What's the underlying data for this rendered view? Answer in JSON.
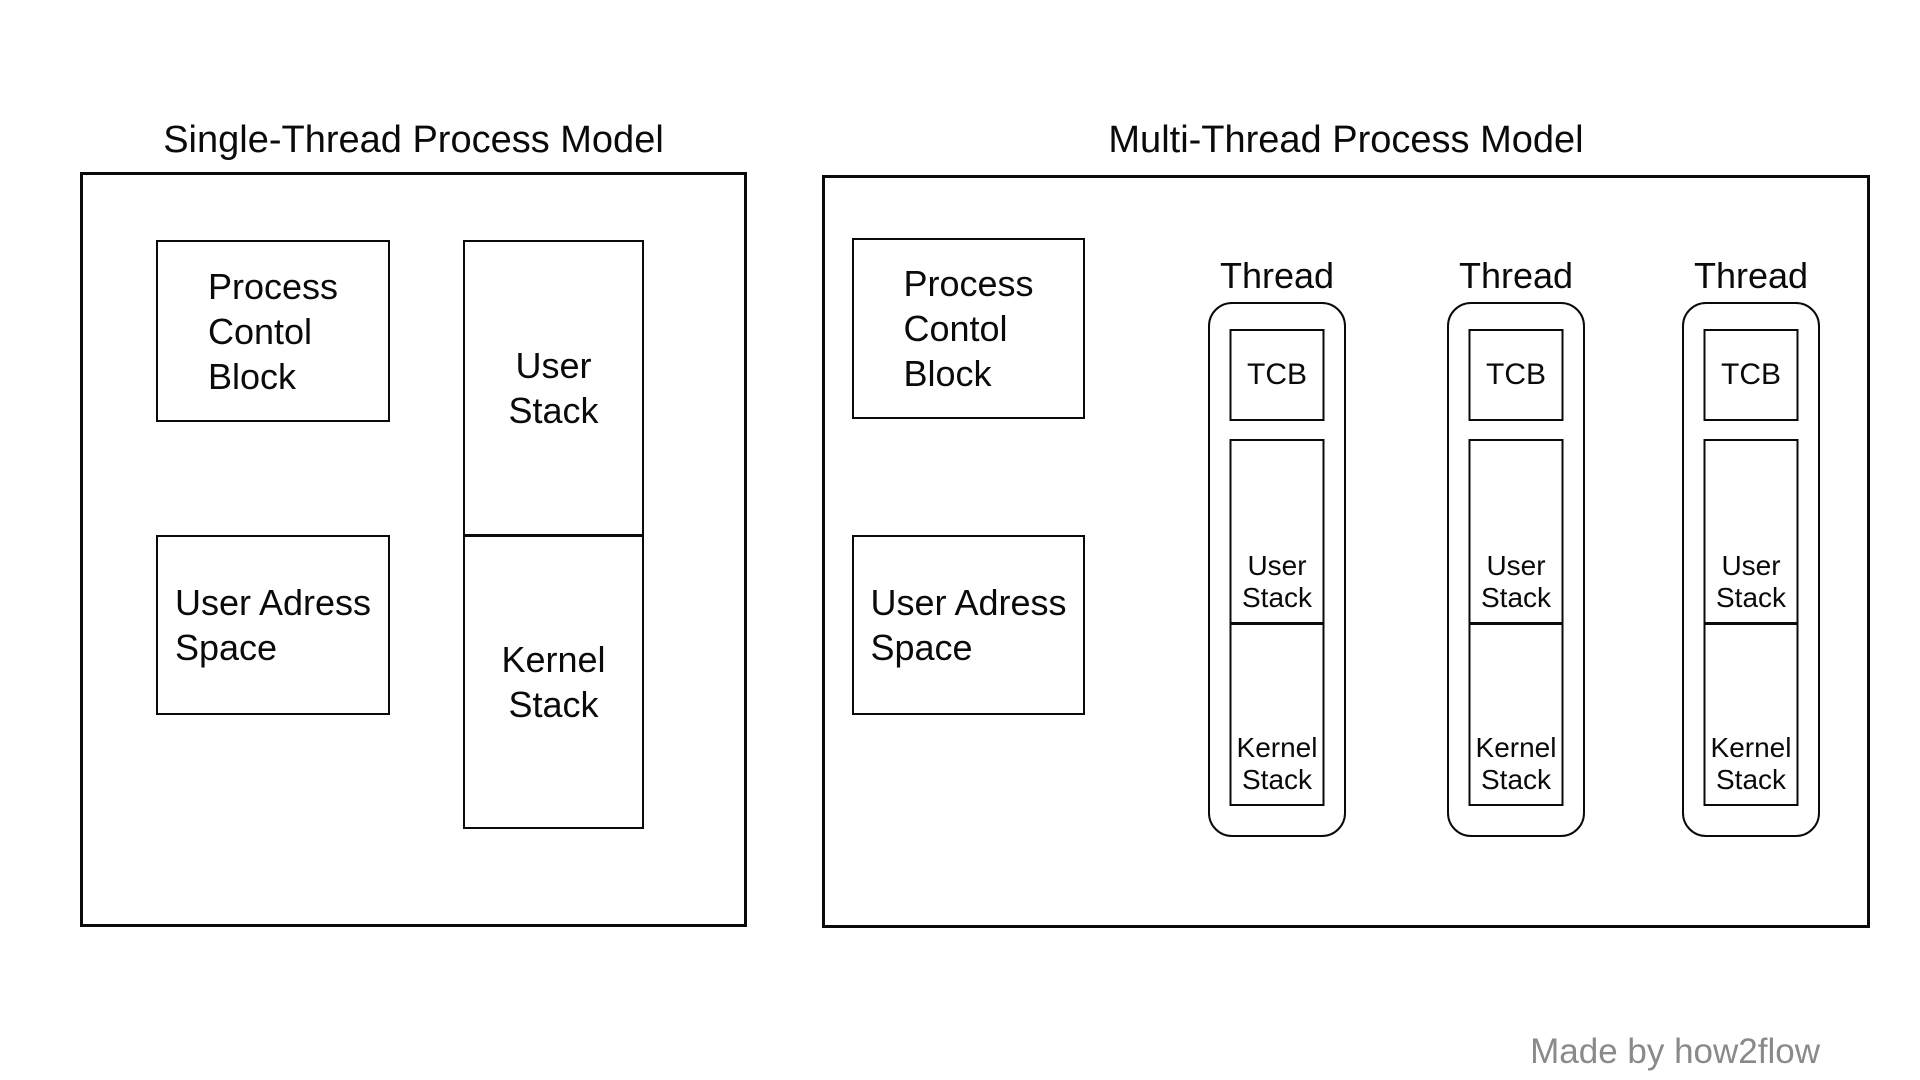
{
  "single_thread": {
    "title": "Single-Thread Process Model",
    "process_control_block": "Process\nContol\nBlock",
    "user_address_space": "User Adress\nSpace",
    "user_stack": "User\nStack",
    "kernel_stack": "Kernel\nStack"
  },
  "multi_thread": {
    "title": "Multi-Thread Process Model",
    "process_control_block": "Process\nContol\nBlock",
    "user_address_space": "User Adress\nSpace",
    "threads": [
      {
        "label": "Thread",
        "tcb": "TCB",
        "user_stack": "User\nStack",
        "kernel_stack": "Kernel\nStack"
      },
      {
        "label": "Thread",
        "tcb": "TCB",
        "user_stack": "User\nStack",
        "kernel_stack": "Kernel\nStack"
      },
      {
        "label": "Thread",
        "tcb": "TCB",
        "user_stack": "User\nStack",
        "kernel_stack": "Kernel\nStack"
      }
    ]
  },
  "footer": {
    "credit": "Made by how2flow"
  },
  "colors": {
    "line": "#0a0a0a",
    "background": "#ffffff",
    "credit_text": "#8a8a8a"
  }
}
